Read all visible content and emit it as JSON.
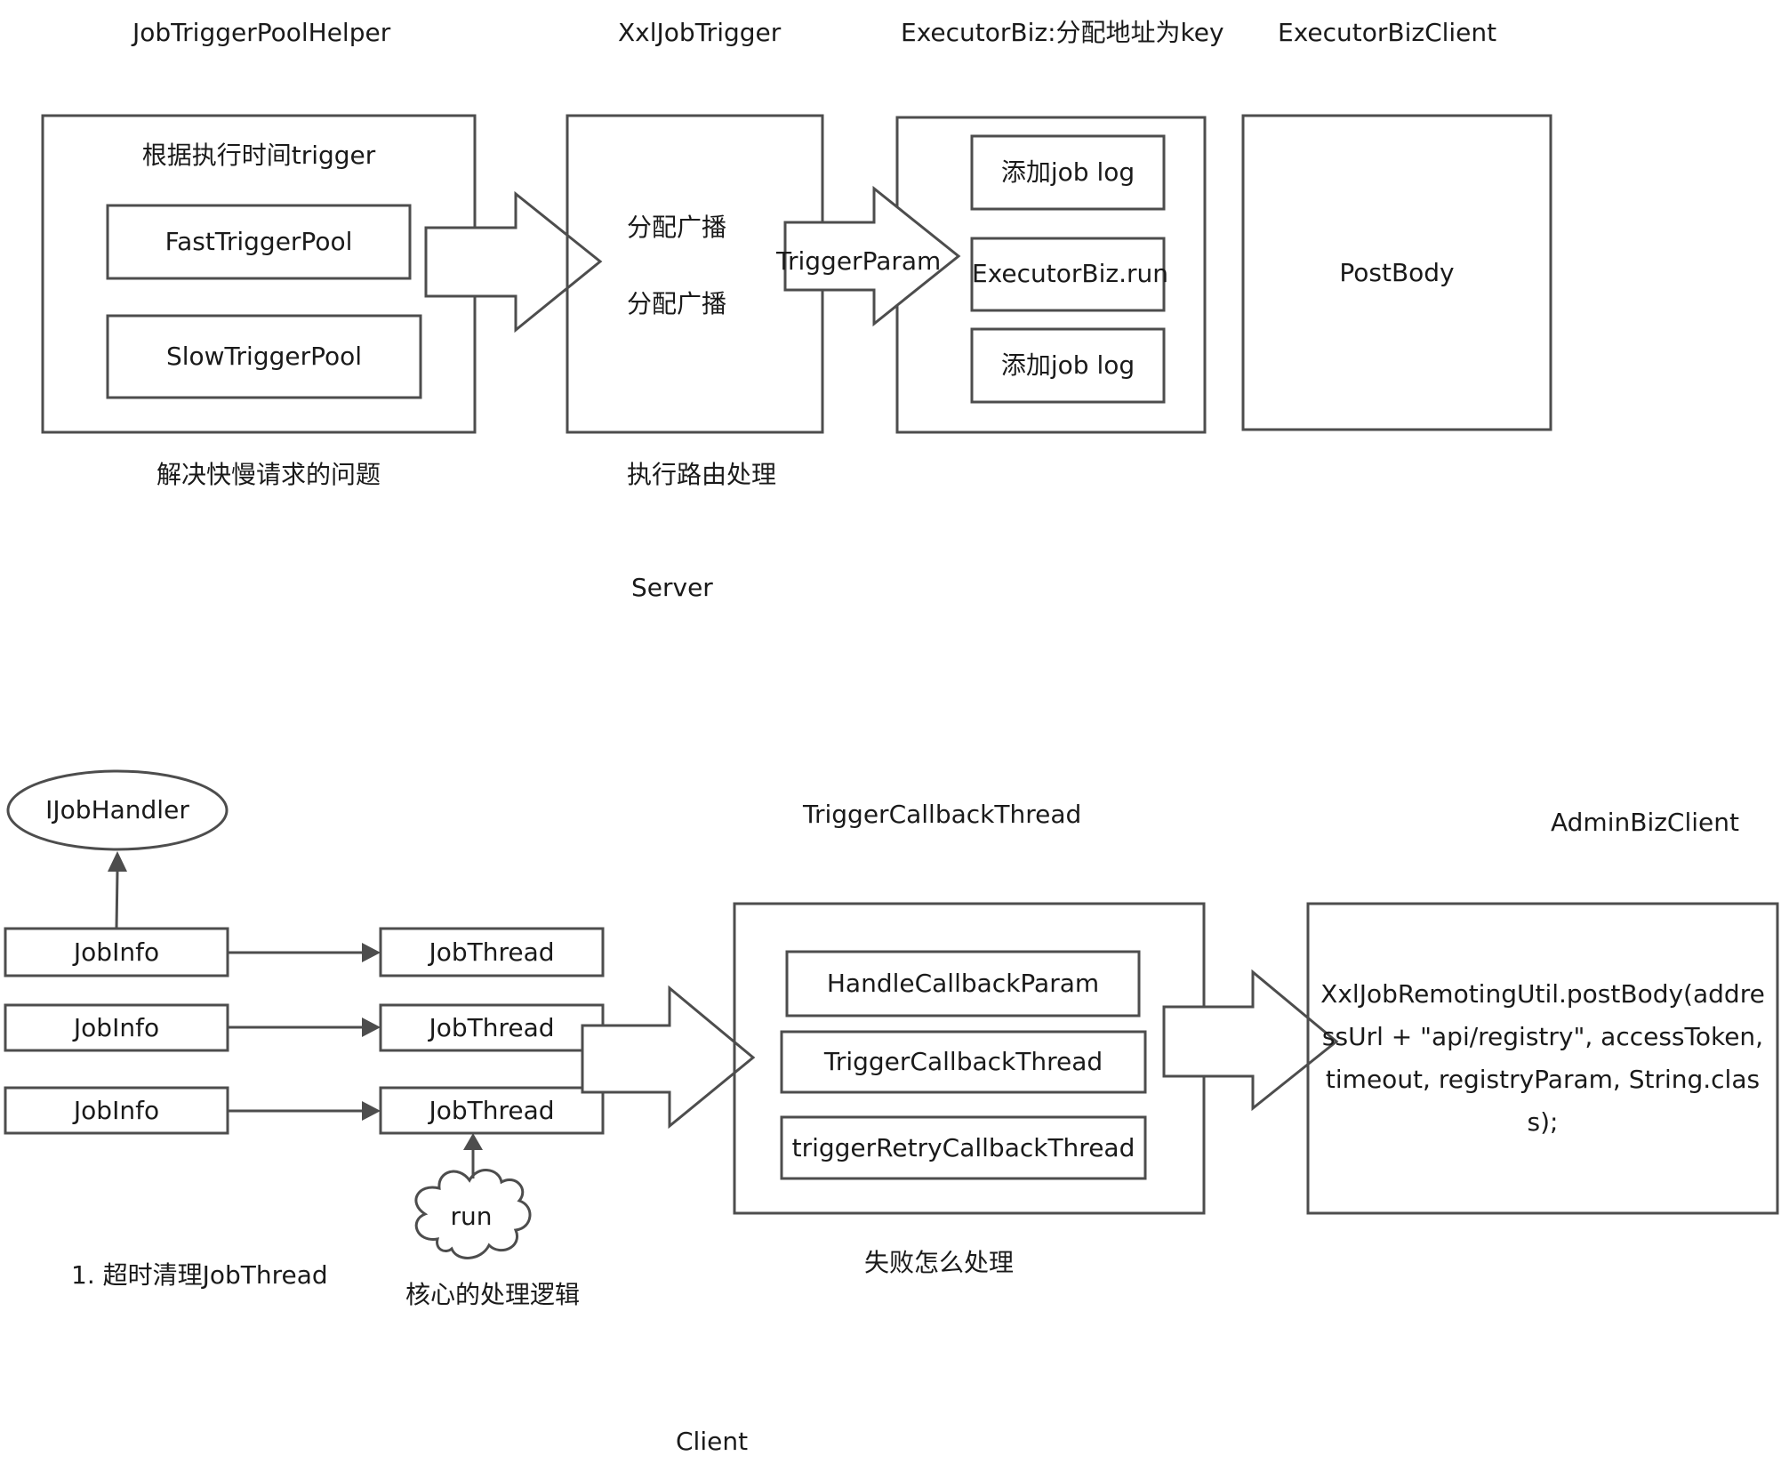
{
  "server": {
    "column_titles": {
      "job_trigger_pool_helper": "JobTriggerPoolHelper",
      "xxl_job_trigger": "XxlJobTrigger",
      "executor_biz": "ExecutorBiz:分配地址为key",
      "executor_biz_client": "ExecutorBizClient"
    },
    "pool_helper_box": {
      "heading": "根据执行时间trigger",
      "fast_pool": "FastTriggerPool",
      "slow_pool": "SlowTriggerPool",
      "caption": "解决快慢请求的问题"
    },
    "trigger_box": {
      "line1": "分配广播",
      "line2": "分配广播",
      "caption": "执行路由处理"
    },
    "trigger_param_arrow": "TriggerParam",
    "executor_biz_box": {
      "add_log_top": "添加job log",
      "run": "ExecutorBiz.run",
      "add_log_bottom": "添加job log"
    },
    "client_box": {
      "label": "PostBody"
    },
    "section_label": "Server"
  },
  "client": {
    "handler": "IJobHandler",
    "job_info": [
      "JobInfo",
      "JobInfo",
      "JobInfo"
    ],
    "job_thread": [
      "JobThread",
      "JobThread",
      "JobThread"
    ],
    "run_cloud": "run",
    "timeout_note": "1. 超时清理JobThread",
    "core_note": "核心的处理逻辑",
    "callback_title": "TriggerCallbackThread",
    "callback_box": {
      "handle_param": "HandleCallbackParam",
      "callback_thread": "TriggerCallbackThread",
      "retry_thread": "triggerRetryCallbackThread"
    },
    "failure_note": "失败怎么处理",
    "admin_title": "AdminBizClient",
    "admin_call": "XxlJobRemotingUtil.postBody(addressUrl + \"api/registry\", accessToken, timeout, registryParam, String.class);",
    "section_label": "Client"
  },
  "colors": {
    "stroke": "#4d4d4d",
    "text": "#1a1a1a",
    "background": "#ffffff"
  }
}
